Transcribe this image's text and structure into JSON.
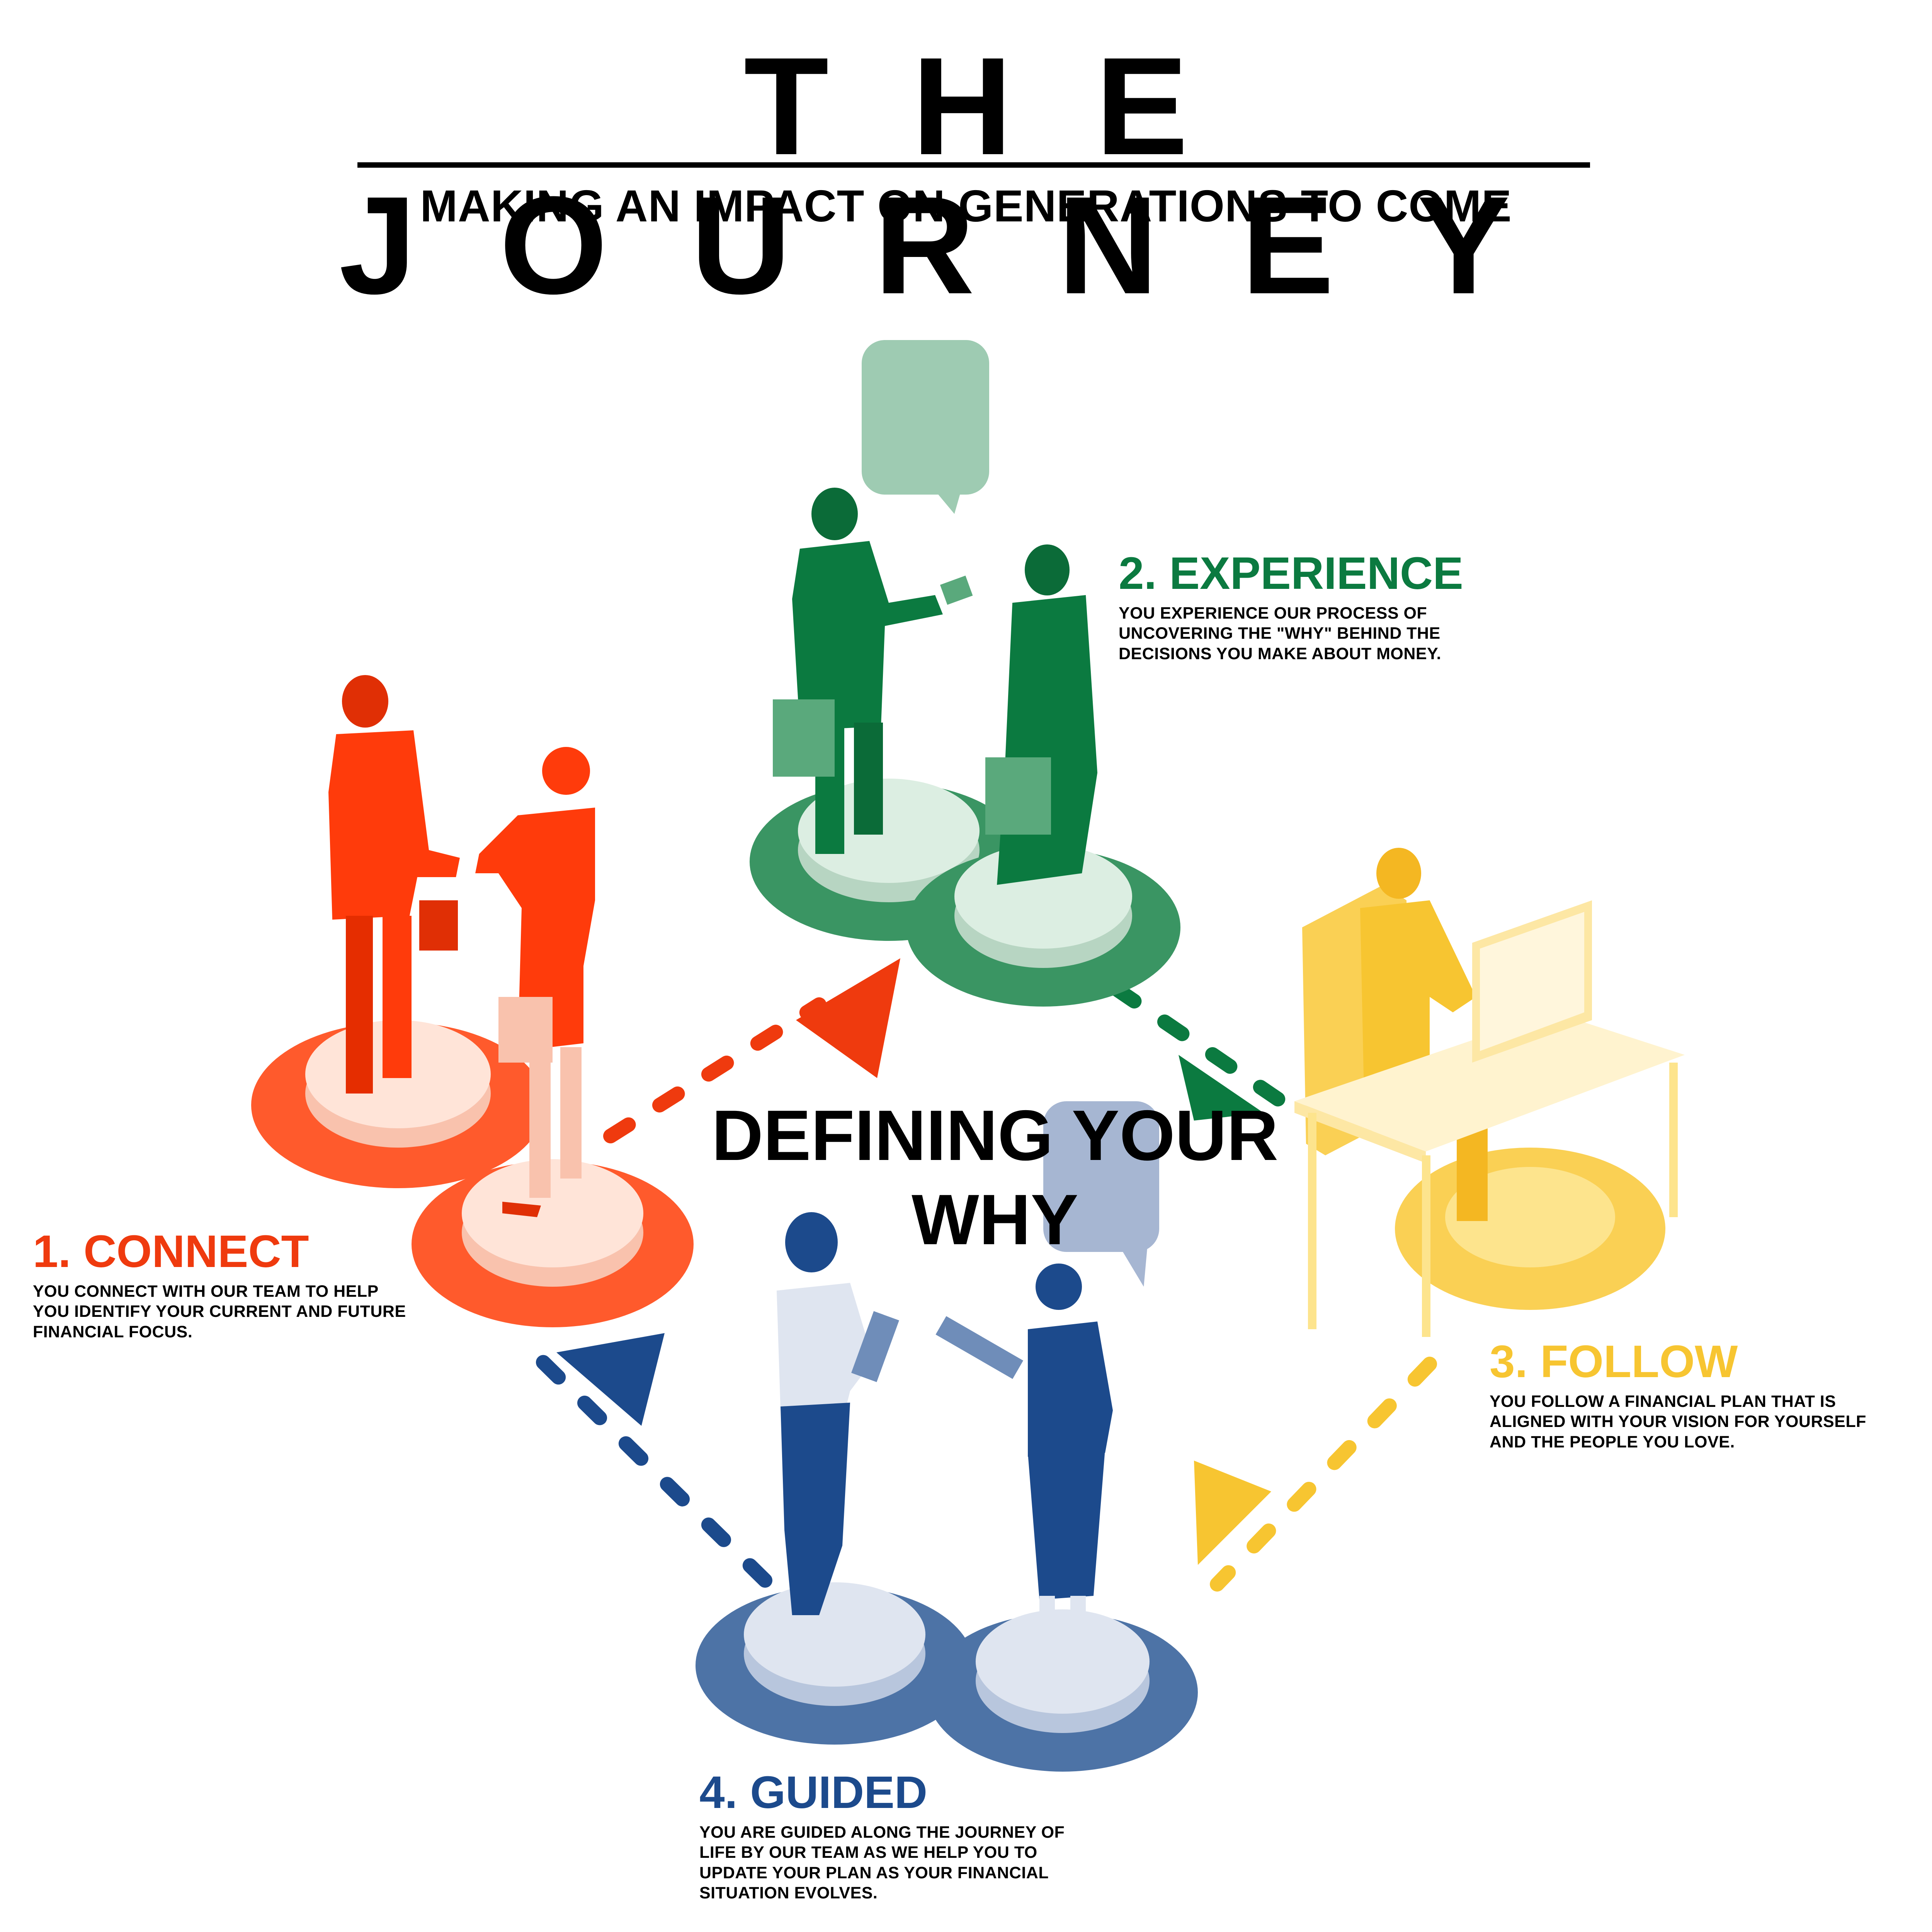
{
  "header": {
    "title": "THE JOURNEY",
    "subtitle": "MAKING AN IMPACT ON GENERATIONS TO COME"
  },
  "center": {
    "line1": "DEFINING YOUR",
    "line2": "WHY"
  },
  "steps": [
    {
      "title": "1. CONNECT",
      "color": "#ef3a0e",
      "lines": [
        "YOU CONNECT WITH OUR TEAM TO HELP",
        "YOU IDENTIFY YOUR CURRENT AND FUTURE",
        "FINANCIAL FOCUS."
      ]
    },
    {
      "title": "2. EXPERIENCE",
      "color": "#0b7a40",
      "lines": [
        "YOU EXPERIENCE OUR PROCESS OF",
        "UNCOVERING THE \"WHY\" BEHIND THE",
        "DECISIONS YOU MAKE ABOUT MONEY."
      ]
    },
    {
      "title": "3. FOLLOW",
      "color": "#f7c531",
      "lines": [
        "YOU FOLLOW A FINANCIAL PLAN THAT IS",
        "ALIGNED WITH YOUR VISION FOR YOURSELF",
        "AND THE PEOPLE YOU LOVE."
      ]
    },
    {
      "title": "4. GUIDED",
      "color": "#1c4a8c",
      "lines": [
        "YOU ARE GUIDED ALONG THE JOURNEY OF",
        "LIFE BY OUR TEAM AS WE HELP YOU TO",
        "UPDATE YOUR PLAN AS YOUR FINANCIAL",
        "SITUATION EVOLVES."
      ]
    }
  ]
}
